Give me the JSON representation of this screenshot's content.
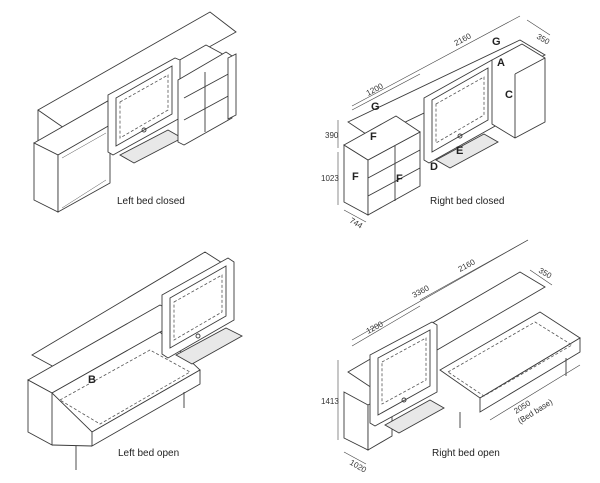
{
  "captions": {
    "top_left": "Left bed closed",
    "top_right": "Right bed closed",
    "bottom_left": "Left bed open",
    "bottom_right": "Right bed open"
  },
  "dimensions": {
    "tr_width_total": "2160",
    "tr_depth": "350",
    "tr_shelf_width": "1200",
    "tr_top_height": "390",
    "tr_low_height": "1023",
    "tr_base_depth": "744",
    "br_width_total": "3360",
    "br_width_part": "2160",
    "br_depth": "350",
    "br_shelf_width": "1200",
    "br_height": "1413",
    "br_base_depth": "1020",
    "br_bed_len": "2050",
    "br_bed_len_note": "(Bed base)"
  },
  "letters": {
    "g1": "G",
    "g2": "G",
    "a": "A",
    "c": "C",
    "f1": "F",
    "f2": "F",
    "f3": "F",
    "d": "D",
    "e": "E",
    "b": "B"
  }
}
